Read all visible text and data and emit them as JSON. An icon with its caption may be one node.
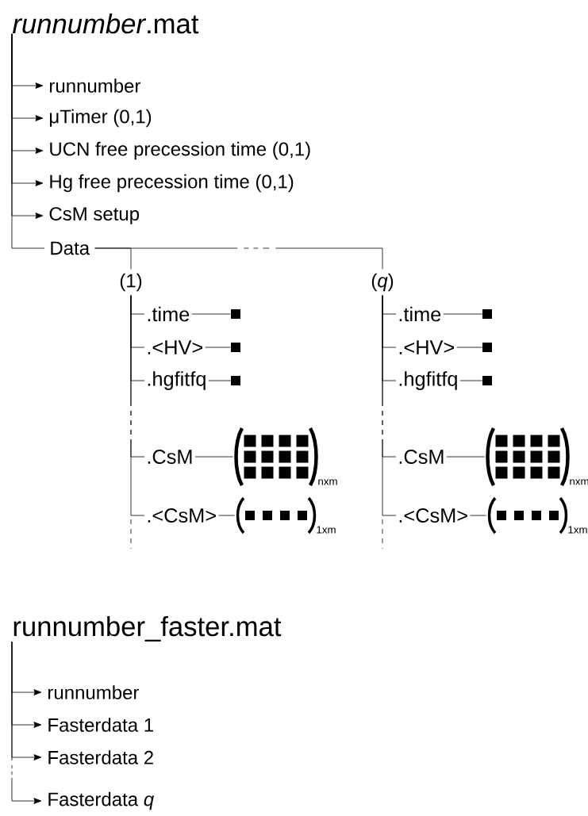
{
  "diagram": {
    "nodes": [
      {
        "text": [
          "*runnumber*.mat"
        ]
      },
      {
        "text": [
          "runnumber"
        ]
      },
      {
        "text": [
          "μTimer (0,1)"
        ]
      },
      {
        "text": [
          "UCN free precession time (0,1)"
        ]
      },
      {
        "text": [
          "Hg free precession time (0,1)"
        ]
      },
      {
        "text": [
          "CsM setup"
        ]
      },
      {
        "text": [
          "Data"
        ]
      },
      {
        "text": [
          "(1)"
        ]
      },
      {
        "text": [
          ".time"
        ]
      },
      {
        "text": [
          ".<HV>"
        ]
      },
      {
        "text": [
          ".hgfitfq"
        ]
      },
      {
        "text": [
          ".CsM"
        ]
      },
      {
        "text": [
          ".<CsM>"
        ]
      },
      {
        "text": [],
        "shape": "box"
      },
      {
        "text": [],
        "shape": "box"
      },
      {
        "text": [],
        "shape": "box"
      },
      {
        "text": [],
        "shape": "picture",
        "beside": [
          "nxm"
        ]
      },
      {
        "text": [],
        "shape": "picture",
        "beside": [
          "1xm"
        ]
      },
      {
        "text": [
          "(*q*)"
        ]
      },
      {
        "text": [
          ".time"
        ]
      },
      {
        "text": [
          ".<HV>"
        ]
      },
      {
        "text": [
          ".hgfitfq"
        ]
      },
      {
        "text": [
          ".CsM"
        ]
      },
      {
        "text": [
          ".<CsM>"
        ]
      },
      {
        "text": [],
        "shape": "box"
      },
      {
        "text": [],
        "shape": "box"
      },
      {
        "text": [],
        "shape": "box"
      },
      {
        "text": [],
        "shape": "picture",
        "beside": [
          "nxm"
        ]
      },
      {
        "text": [],
        "shape": "picture",
        "beside": [
          "1xm"
        ]
      },
      {
        "text": [
          "runnumber_faster.mat"
        ]
      },
      {
        "text": [
          "runnumber"
        ]
      },
      {
        "text": [
          "Fasterdata 1"
        ]
      },
      {
        "text": [
          "Fasterdata 2"
        ]
      },
      {
        "text": [
          "Fasterdata *q*"
        ]
      }
    ],
    "edges": [
      {
        "from": 0,
        "to": 1,
        "arrow": "to"
      },
      {
        "from": 0,
        "to": 2,
        "arrow": "to"
      },
      {
        "from": 0,
        "to": 3,
        "arrow": "to"
      },
      {
        "from": 0,
        "to": 4,
        "arrow": "to"
      },
      {
        "from": 0,
        "to": 5,
        "arrow": "to"
      },
      {
        "from": 0,
        "to": 6,
        "arrow": "none"
      },
      {
        "from": 6,
        "to": 7,
        "arrow": "none"
      },
      {
        "from": 6,
        "to": 18,
        "arrow": "none",
        "style": "dashed"
      },
      {
        "from": 7,
        "to": 8,
        "arrow": "none"
      },
      {
        "from": 7,
        "to": 9,
        "arrow": "none"
      },
      {
        "from": 7,
        "to": 10,
        "arrow": "none"
      },
      {
        "from": 7,
        "to": 11,
        "arrow": "none",
        "style": "dashed"
      },
      {
        "from": 7,
        "to": 12,
        "arrow": "none",
        "style": "dashed"
      },
      {
        "from": 8,
        "to": 13,
        "arrow": "none"
      },
      {
        "from": 9,
        "to": 14,
        "arrow": "none"
      },
      {
        "from": 10,
        "to": 15,
        "arrow": "none"
      },
      {
        "from": 11,
        "to": 16,
        "arrow": "none"
      },
      {
        "from": 12,
        "to": 17,
        "arrow": "none"
      },
      {
        "from": 18,
        "to": 19,
        "arrow": "none"
      },
      {
        "from": 18,
        "to": 20,
        "arrow": "none"
      },
      {
        "from": 18,
        "to": 21,
        "arrow": "none"
      },
      {
        "from": 18,
        "to": 22,
        "arrow": "none",
        "style": "dashed"
      },
      {
        "from": 18,
        "to": 23,
        "arrow": "none",
        "style": "dashed"
      },
      {
        "from": 19,
        "to": 24,
        "arrow": "none"
      },
      {
        "from": 20,
        "to": 25,
        "arrow": "none"
      },
      {
        "from": 21,
        "to": 26,
        "arrow": "none"
      },
      {
        "from": 22,
        "to": 27,
        "arrow": "none"
      },
      {
        "from": 23,
        "to": 28,
        "arrow": "none"
      },
      {
        "from": 29,
        "to": 30,
        "arrow": "to"
      },
      {
        "from": 29,
        "to": 31,
        "arrow": "to"
      },
      {
        "from": 29,
        "to": 32,
        "arrow": "to"
      },
      {
        "from": 29,
        "to": 33,
        "arrow": "to",
        "style": "dashed"
      }
    ]
  }
}
